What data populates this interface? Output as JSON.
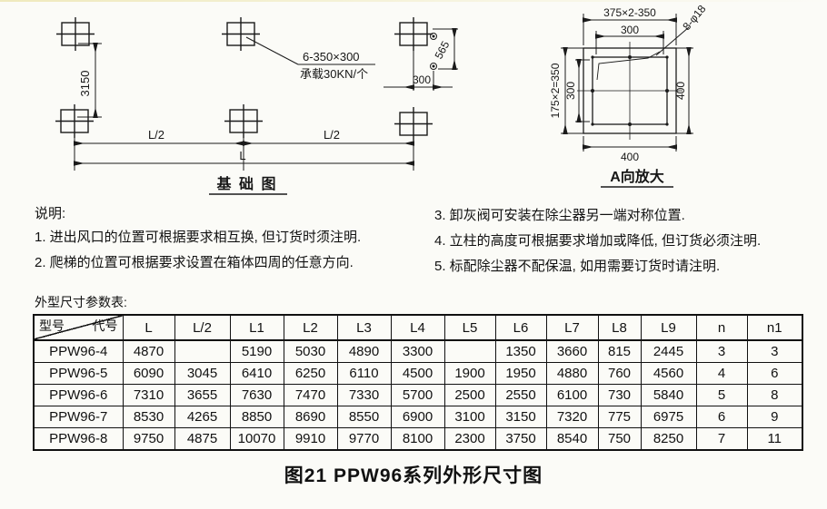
{
  "foundation_diagram": {
    "title": "基 础 图",
    "dim_vertical": "3150",
    "annotation_line1": "6-350×300",
    "annotation_line2": "承载30KN/个",
    "dim_diag": "565",
    "dim_offset": "300",
    "dim_half_left": "L/2",
    "dim_half_right": "L/2",
    "dim_total": "L"
  },
  "detail_view": {
    "title": "A向放大",
    "dim_top_outer": "375×2-350",
    "dim_top_inner": "300",
    "holes_note": "8-φ18",
    "dim_left_outer": "175×2=350",
    "dim_left_inner": "300",
    "dim_right": "400",
    "dim_bottom": "400"
  },
  "notes": {
    "heading": "说明:",
    "left_items": [
      "1. 进出风口的位置可根据要求相互换, 但订货时须注明.",
      "2. 爬梯的位置可根据要求设置在箱体四周的任意方向."
    ],
    "right_items": [
      "3. 卸灰阀可安装在除尘器另一端对称位置.",
      "4. 立柱的高度可根据要求增加或降低, 但订货必须注明.",
      "5. 标配除尘器不配保温, 如用需要订货时请注明."
    ]
  },
  "table": {
    "caption": "外型尺寸参数表:",
    "corner_top_right": "代号",
    "corner_bottom_left": "型号",
    "columns": [
      "L",
      "L/2",
      "L1",
      "L2",
      "L3",
      "L4",
      "L5",
      "L6",
      "L7",
      "L8",
      "L9",
      "n",
      "n1"
    ],
    "rows": [
      {
        "model": "PPW96-4",
        "values": [
          "4870",
          "",
          "5190",
          "5030",
          "4890",
          "3300",
          "",
          "1350",
          "3660",
          "815",
          "2445",
          "3",
          "3"
        ]
      },
      {
        "model": "PPW96-5",
        "values": [
          "6090",
          "3045",
          "6410",
          "6250",
          "6110",
          "4500",
          "1900",
          "1950",
          "4880",
          "760",
          "4560",
          "4",
          "6"
        ]
      },
      {
        "model": "PPW96-6",
        "values": [
          "7310",
          "3655",
          "7630",
          "7470",
          "7330",
          "5700",
          "2500",
          "2550",
          "6100",
          "730",
          "5840",
          "5",
          "8"
        ]
      },
      {
        "model": "PPW96-7",
        "values": [
          "8530",
          "4265",
          "8850",
          "8690",
          "8550",
          "6900",
          "3100",
          "3150",
          "7320",
          "775",
          "6975",
          "6",
          "9"
        ]
      },
      {
        "model": "PPW96-8",
        "values": [
          "9750",
          "4875",
          "10070",
          "9910",
          "9770",
          "8100",
          "2300",
          "3750",
          "8540",
          "750",
          "8250",
          "7",
          "11"
        ]
      }
    ]
  },
  "figure": {
    "caption": "图21 PPW96系列外形尺寸图"
  }
}
